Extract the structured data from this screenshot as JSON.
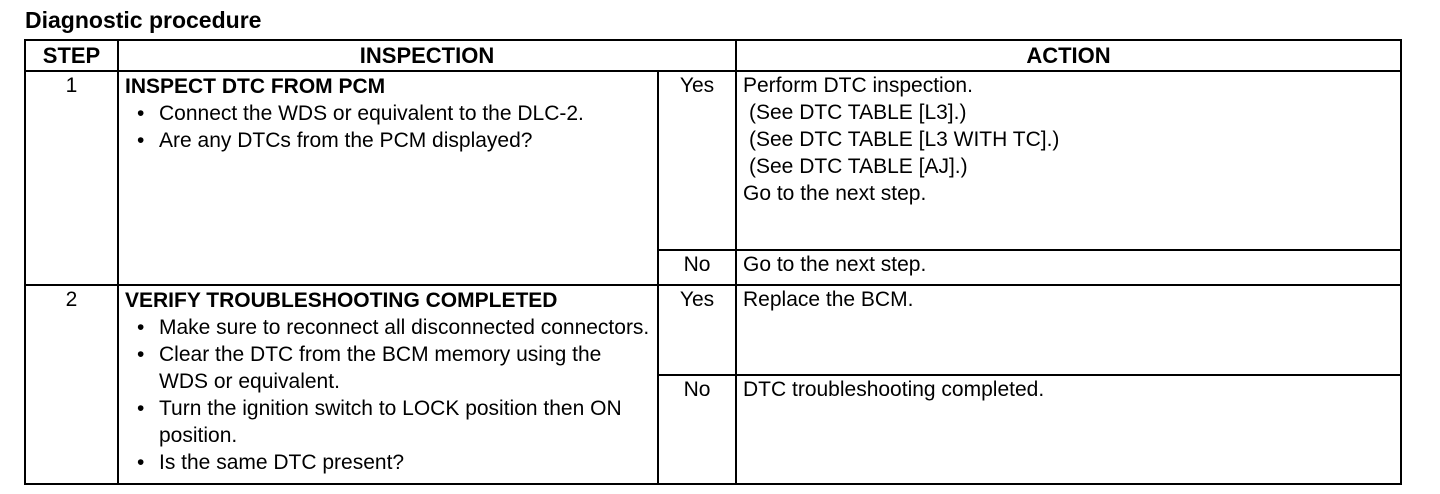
{
  "title": "Diagnostic procedure",
  "headers": {
    "step": "STEP",
    "inspection": "INSPECTION",
    "action": "ACTION"
  },
  "steps": [
    {
      "number": "1",
      "title": "INSPECT DTC FROM PCM",
      "bullets": [
        "Connect the WDS or equivalent to the DLC-2.",
        "Are any DTCs from the PCM displayed?"
      ],
      "yes_label": "Yes",
      "yes_action": [
        "Perform DTC inspection.",
        "(See DTC TABLE [L3].)",
        "(See DTC TABLE [L3 WITH TC].)",
        "(See DTC TABLE [AJ].)",
        "Go to the next step."
      ],
      "no_label": "No",
      "no_action": "Go to the next step."
    },
    {
      "number": "2",
      "title": "VERIFY TROUBLESHOOTING COMPLETED",
      "bullets": [
        "Make sure to reconnect all disconnected connectors.",
        "Clear the DTC from the BCM memory using the WDS or equivalent.",
        "Turn the ignition switch to LOCK position then ON position.",
        "Is the same DTC present?"
      ],
      "yes_label": "Yes",
      "yes_action": "Replace the BCM.",
      "no_label": "No",
      "no_action": "DTC troubleshooting completed."
    }
  ]
}
